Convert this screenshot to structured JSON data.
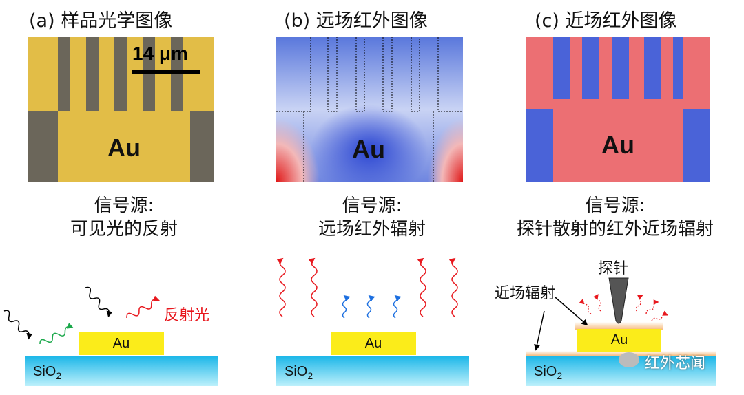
{
  "panels": [
    {
      "title": "(a) 样品光学图像",
      "signal_line1": "信号源:",
      "signal_line2": "可见光的反射"
    },
    {
      "title": "(b) 远场红外图像",
      "signal_line1": "信号源:",
      "signal_line2": "远场红外辐射"
    },
    {
      "title": "(c) 近场红外图像",
      "signal_line1": "信号源:",
      "signal_line2": "探针散射的红外近场辐射"
    }
  ],
  "image_labels": {
    "au": "Au",
    "scale_bar": "14 μm"
  },
  "diagram": {
    "substrate": "SiO2",
    "pad": "Au",
    "reflected_light": "反射光",
    "probe": "探针",
    "near_field": "近场辐射"
  },
  "watermark": "红外芯闻",
  "colors": {
    "gold": "#fbec1a",
    "substrate": "#1ab6e8",
    "red_wave": "#e8181e",
    "blue_wave": "#1c6fe0",
    "green_wave": "#1aa84a"
  }
}
